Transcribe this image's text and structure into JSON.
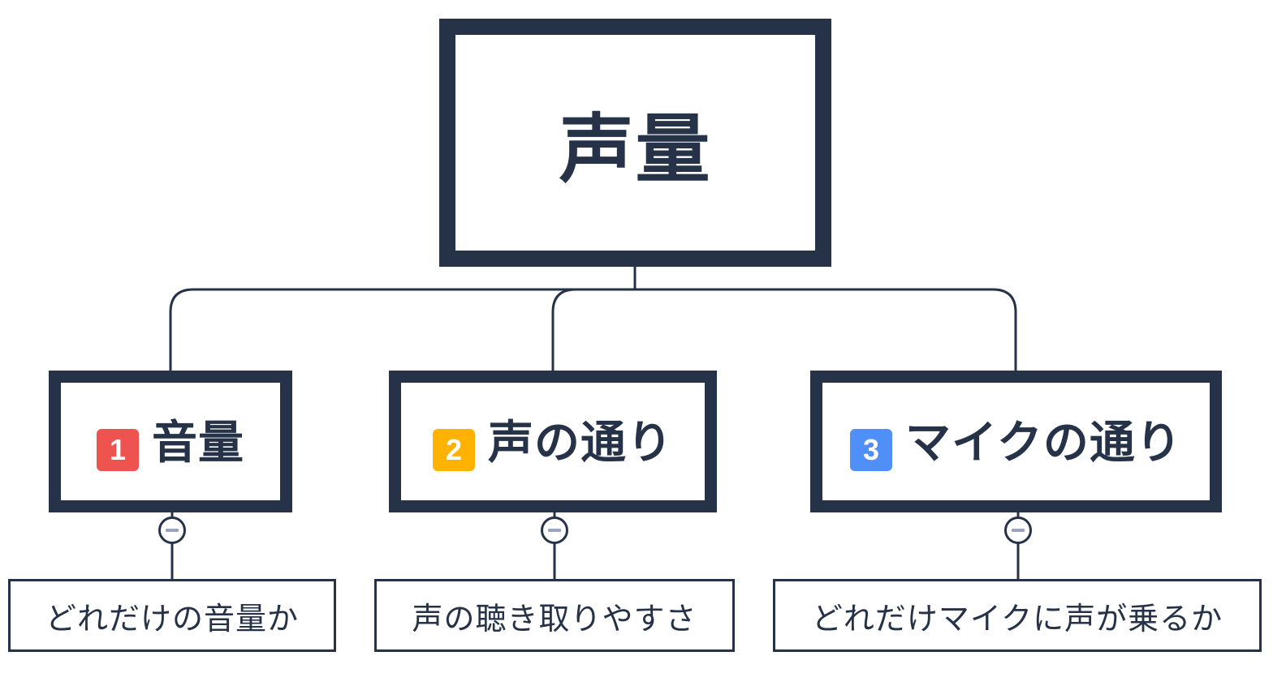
{
  "root": {
    "label": "声量"
  },
  "branches": [
    {
      "number": "1",
      "label": "音量",
      "badge_color": "#ef5350",
      "leaf": "どれだけの音量か"
    },
    {
      "number": "2",
      "label": "声の通り",
      "badge_color": "#ffb300",
      "leaf": "声の聴き取りやすさ"
    },
    {
      "number": "3",
      "label": "マイクの通り",
      "badge_color": "#4f8ff7",
      "leaf": "どれだけマイクに声が乗るか"
    }
  ],
  "colors": {
    "line": "#253248",
    "toggle_bar": "#9aa3c2"
  },
  "icons": {
    "collapse": "minus-circle-icon"
  }
}
